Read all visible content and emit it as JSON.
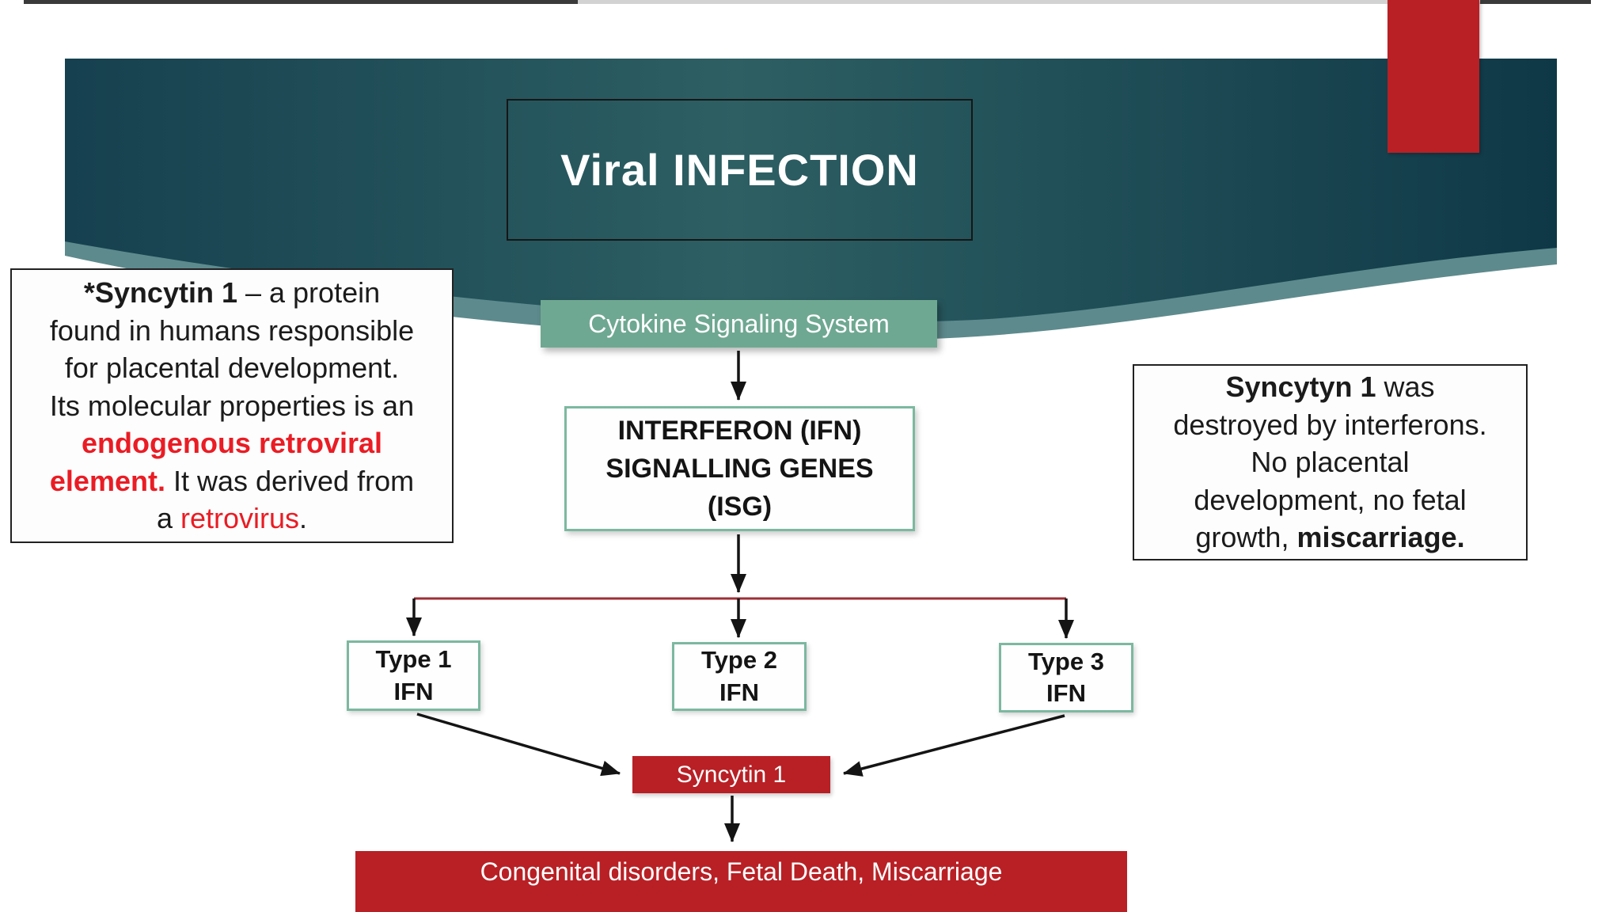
{
  "slide": {
    "title": "Viral INFECTION",
    "colors": {
      "teal-left": "#16404f",
      "teal-mid": "#2d5f63",
      "teal-right": "#0f3847",
      "swoosh": "#5d8a8d",
      "accent-red": "#b82025",
      "line-red": "#9e2e36",
      "green-fill": "#6fa892",
      "green-border": "#7cb8a0",
      "text-red": "#ea1c24"
    },
    "left_note": {
      "lines": [
        [
          {
            "t": "*Syncytin 1",
            "s": "b"
          },
          {
            "t": " – a protein",
            "s": ""
          }
        ],
        [
          {
            "t": "found in humans responsible",
            "s": ""
          }
        ],
        [
          {
            "t": "for placental development.",
            "s": ""
          }
        ],
        [
          {
            "t": "Its molecular properties is an",
            "s": ""
          }
        ],
        [
          {
            "t": "endogenous retroviral",
            "s": "b r"
          }
        ],
        [
          {
            "t": "element.",
            "s": "b r"
          },
          {
            "t": " It was derived from",
            "s": ""
          }
        ],
        [
          {
            "t": "a ",
            "s": ""
          },
          {
            "t": "retrovirus",
            "s": "r"
          },
          {
            "t": ".",
            "s": ""
          }
        ]
      ]
    },
    "right_note": {
      "lines": [
        [
          {
            "t": "Syncytyn 1",
            "s": "b"
          },
          {
            "t": " was",
            "s": ""
          }
        ],
        [
          {
            "t": "destroyed by interferons.",
            "s": ""
          }
        ],
        [
          {
            "t": "No placental",
            "s": ""
          }
        ],
        [
          {
            "t": "development, no fetal",
            "s": ""
          }
        ],
        [
          {
            "t": "growth, ",
            "s": ""
          },
          {
            "t": "miscarriage.",
            "s": "b"
          }
        ]
      ]
    },
    "flow": {
      "cytokine_label": "Cytokine Signaling System",
      "isg_lines": [
        "INTERFERON (IFN)",
        "SIGNALLING GENES",
        "(ISG)"
      ],
      "types": [
        {
          "title": "Type 1",
          "subtitle": "IFN"
        },
        {
          "title": "Type 2",
          "subtitle": "IFN"
        },
        {
          "title": "Type 3",
          "subtitle": "IFN"
        }
      ],
      "syncytin_label": "Syncytin 1",
      "outcome_label": "Congenital disorders, Fetal Death, Miscarriage"
    }
  }
}
